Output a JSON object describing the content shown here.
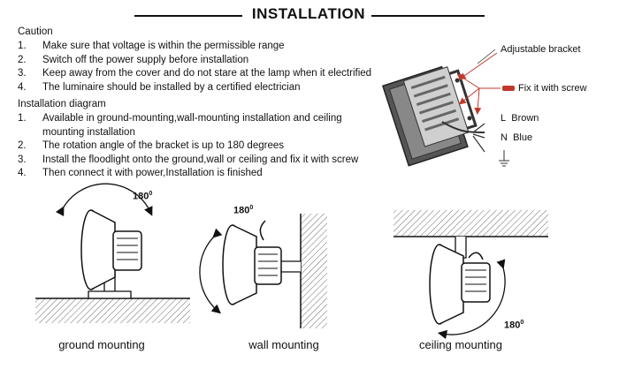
{
  "header": {
    "title": "INSTALLATION"
  },
  "caution": {
    "heading": "Caution",
    "items": [
      {
        "num": "1.",
        "text": "Make sure that voltage is within the permissible range"
      },
      {
        "num": "2.",
        "text": "Switch off the power supply before installation"
      },
      {
        "num": "3.",
        "text": "Keep away from the cover and do not stare at the lamp when it electrified"
      },
      {
        "num": "4.",
        "text": "The luminaire should be installed by a certified electrician"
      }
    ]
  },
  "diagram": {
    "heading": "Installation diagram",
    "items": [
      {
        "num": "1.",
        "text": "Available in ground-mounting,wall-mounting installation and ceiling mounting installation"
      },
      {
        "num": "2.",
        "text": "The rotation angle of the bracket is up to 180 degrees"
      },
      {
        "num": "3.",
        "text": "Install the floodlight onto the ground,wall or ceiling and fix it with screw"
      },
      {
        "num": "4.",
        "text": "Then connect it with power,Installation is finished"
      }
    ]
  },
  "product_figure": {
    "adjustable_bracket": "Adjustable bracket",
    "fix_screw": "Fix it with screw",
    "wire_l_letter": "L",
    "wire_l_color": "Brown",
    "wire_n_letter": "N",
    "wire_n_color": "Blue"
  },
  "mounting": {
    "angle": "180",
    "angle_unit": "0",
    "ground": "ground mounting",
    "wall": "wall mounting",
    "ceiling": "ceiling mounting"
  }
}
